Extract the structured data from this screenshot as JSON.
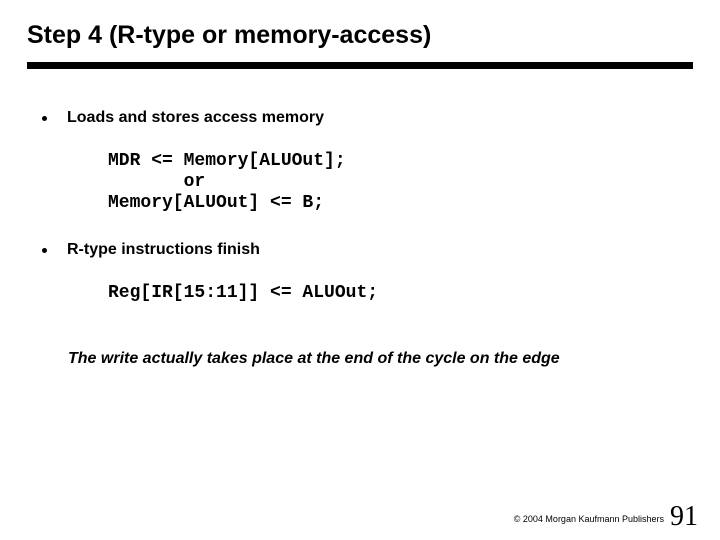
{
  "slide": {
    "title": "Step 4 (R-type or memory-access)",
    "bullets": [
      {
        "label": "Loads and stores access memory",
        "code": "MDR <= Memory[ALUOut];\n       or\nMemory[ALUOut] <= B;"
      },
      {
        "label": "R-type instructions finish",
        "code": "Reg[IR[15:11]] <= ALUOut;"
      }
    ],
    "note": "The write actually takes place at the end of the cycle on the edge",
    "footer": {
      "copyright": "© 2004 Morgan Kaufmann Publishers",
      "page_number": "91"
    },
    "colors": {
      "background": "#ffffff",
      "text": "#000000",
      "rule": "#000000"
    }
  }
}
